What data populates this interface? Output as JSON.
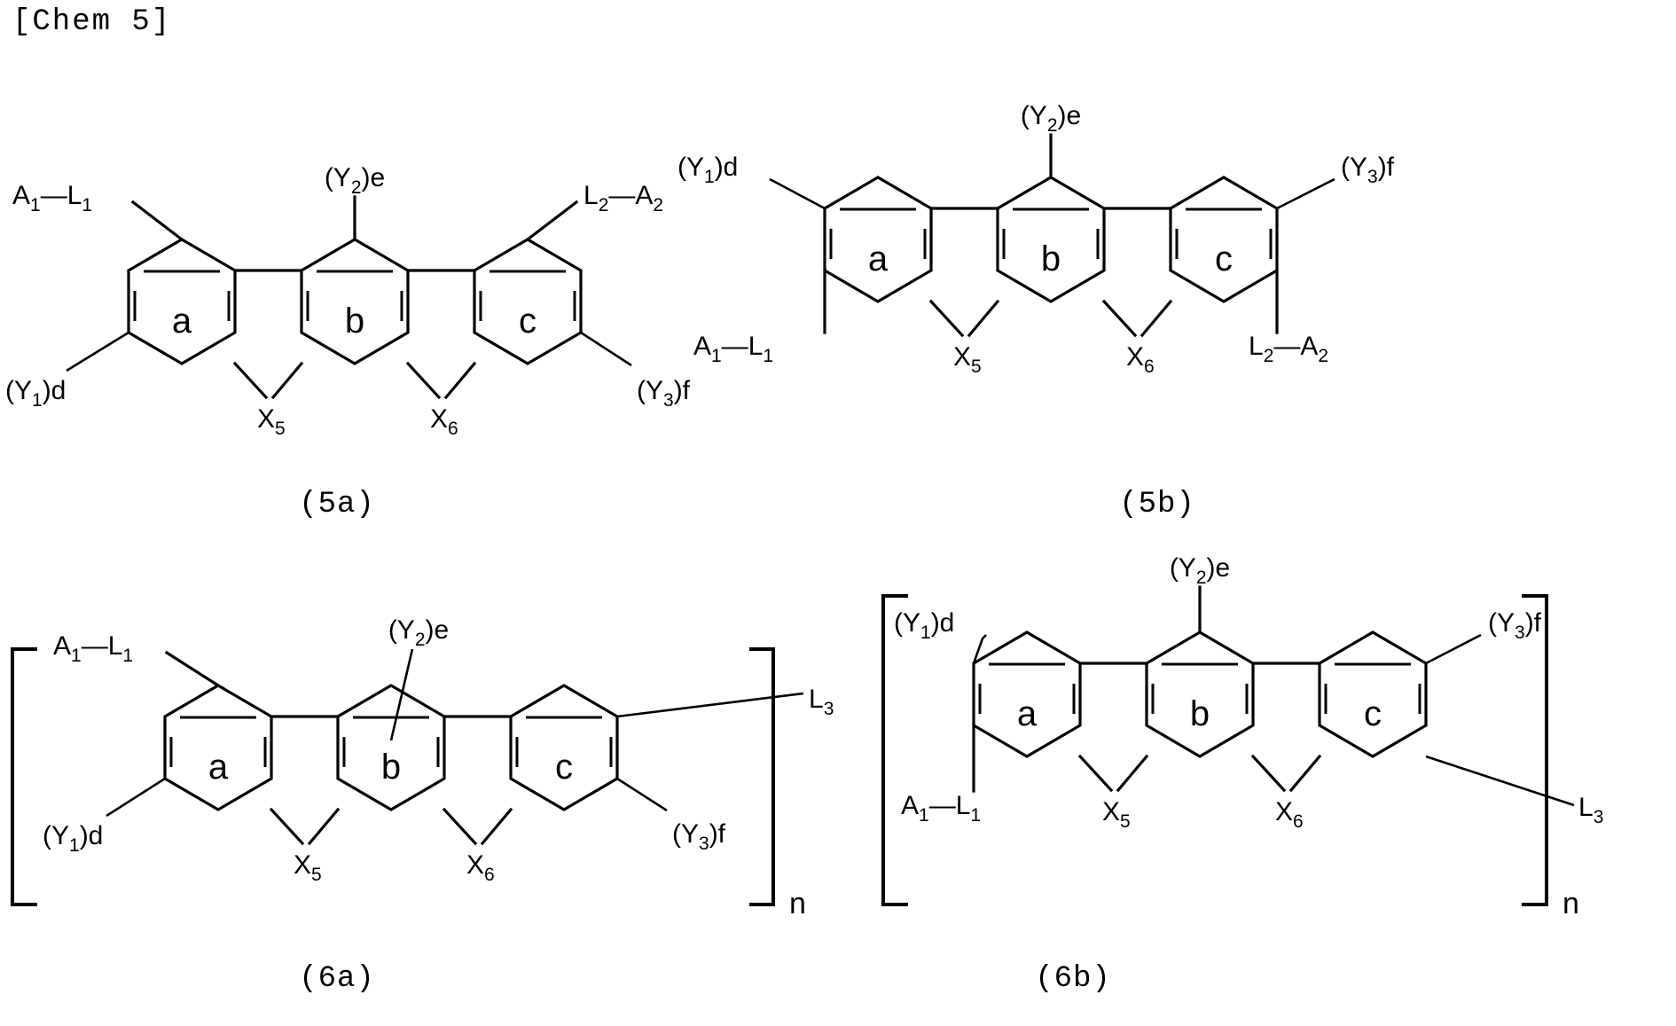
{
  "header": {
    "title": "[Chem 5]"
  },
  "labels": {
    "A1": "A",
    "A1_sub": "1",
    "A2": "A",
    "A2_sub": "2",
    "L1": "L",
    "L1_sub": "1",
    "L2": "L",
    "L2_sub": "2",
    "L3": "L",
    "L3_sub": "3",
    "X5": "X",
    "X5_sub": "5",
    "X6": "X",
    "X6_sub": "6",
    "Y1d_open": "(Y",
    "Y1d_sub": "1",
    "Y1d_close": ")d",
    "Y2e_open": "(Y",
    "Y2e_sub": "2",
    "Y2e_close": ")e",
    "Y3f_open": "(Y",
    "Y3f_sub": "3",
    "Y3f_close": ")f",
    "ring_a": "a",
    "ring_b": "b",
    "ring_c": "c",
    "dash": "—",
    "repeat_n": "n"
  },
  "figures": [
    {
      "id": "5a",
      "caption": "(5a)",
      "bracketed": false,
      "substituents": {
        "top_left": "A1-L1",
        "bottom_left": "(Y1)d",
        "top_center": "(Y2)e",
        "top_right": "L2-A2",
        "bottom_right": "(Y3)f"
      }
    },
    {
      "id": "5b",
      "caption": "(5b)",
      "bracketed": false,
      "substituents": {
        "top_left": "(Y1)d",
        "bottom_left": "A1-L1",
        "top_center": "(Y2)e",
        "top_right": "(Y3)f",
        "bottom_right": "L2-A2"
      }
    },
    {
      "id": "6a",
      "caption": "(6a)",
      "bracketed": true,
      "repeat": "n",
      "substituents": {
        "top_left": "A1-L1",
        "bottom_left": "(Y1)d",
        "top_center": "(Y2)e",
        "top_right": "L3",
        "bottom_right": "(Y3)f"
      }
    },
    {
      "id": "6b",
      "caption": "(6b)",
      "bracketed": true,
      "repeat": "n",
      "substituents": {
        "top_left": "(Y1)d",
        "bottom_left": "A1-L1",
        "top_center": "(Y2)e",
        "top_right": "(Y3)f",
        "bottom_right": "L3"
      }
    }
  ],
  "structure": {
    "core_description": "tricyclic fused ring system",
    "rings": [
      "a",
      "b",
      "c"
    ],
    "heteroatoms": [
      "X5",
      "X6"
    ]
  }
}
